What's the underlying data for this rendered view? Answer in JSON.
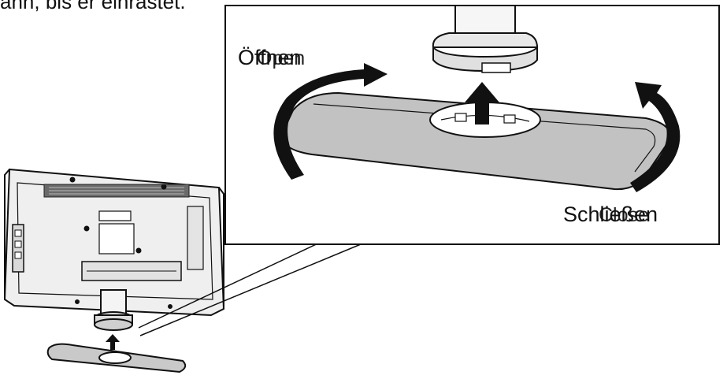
{
  "header": {
    "text": "ann, bis er einrastet."
  },
  "labels": {
    "open_de": "Öffnen",
    "open_en": "Open",
    "close_de": "Schließen",
    "close_en": "Close"
  },
  "colors": {
    "ink": "#111111",
    "plate": "#c8c8c8",
    "plate_dark": "#9a9a9a",
    "tv": "#e8e8e8",
    "vent": "#555555"
  }
}
